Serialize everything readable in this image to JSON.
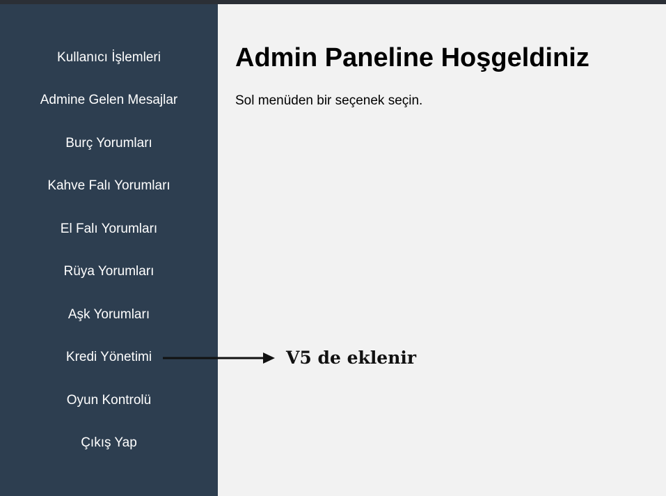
{
  "sidebar": {
    "items": [
      {
        "label": "Kullanıcı İşlemleri"
      },
      {
        "label": "Admine Gelen Mesajlar"
      },
      {
        "label": "Burç Yorumları"
      },
      {
        "label": "Kahve Falı Yorumları"
      },
      {
        "label": "El Falı Yorumları"
      },
      {
        "label": "Rüya Yorumları"
      },
      {
        "label": "Aşk Yorumları"
      },
      {
        "label": "Kredi Yönetimi"
      },
      {
        "label": "Oyun Kontrolü"
      },
      {
        "label": "Çıkış Yap"
      }
    ]
  },
  "main": {
    "title": "Admin Paneline Hoşgeldiniz",
    "subtitle": "Sol menüden bir seçenek seçin."
  },
  "annotation": {
    "text": "V5 de eklenir",
    "icon": "arrow-right-icon"
  },
  "colors": {
    "sidebar_bg": "#2d3e50",
    "main_bg": "#f2f2f2",
    "topbar": "#2b2f36",
    "menu_text": "#ffffff"
  }
}
